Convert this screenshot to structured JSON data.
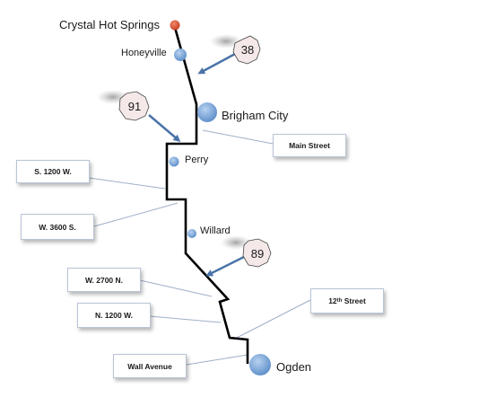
{
  "places": {
    "crystal_hot_springs": "Crystal Hot Springs",
    "honeyville": "Honeyville",
    "brigham_city": "Brigham City",
    "perry": "Perry",
    "willard": "Willard",
    "ogden": "Ogden"
  },
  "routes": {
    "r38": "38",
    "r91": "91",
    "r89": "89"
  },
  "streets": {
    "main_street": "Main Street",
    "s_1200_w": "S. 1200 W.",
    "w_3600_s": "W. 3600 S.",
    "w_2700_n": "W. 2700 N.",
    "n_1200_w": "N. 1200 W.",
    "twelfth_street_num": "12",
    "twelfth_street_sup": "th",
    "twelfth_street_rest": " Street",
    "wall_avenue": "Wall Avenue"
  },
  "colors": {
    "route_line": "#000000",
    "town_marker": "#6f9fd8",
    "start_marker": "#d9452b",
    "arrow": "#4a74a8",
    "leader_line": "#9fb0c8",
    "shield_fill": "#f4e8e8"
  }
}
